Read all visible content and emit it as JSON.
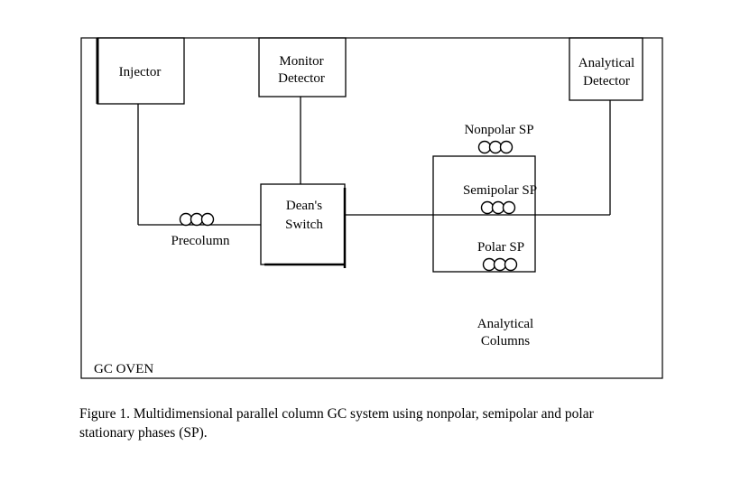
{
  "diagram": {
    "oven_label": "GC OVEN",
    "injector": "Injector",
    "monitor_detector": [
      "Monitor",
      "Detector"
    ],
    "analytical_detector": [
      "Analytical",
      "Detector"
    ],
    "deans_switch": [
      "Dean's",
      "Switch"
    ],
    "precolumn": "Precolumn",
    "nonpolar": "Nonpolar SP",
    "semipolar": "Semipolar SP",
    "polar": "Polar SP",
    "analytical_columns": [
      "Analytical",
      "Columns"
    ]
  },
  "caption": {
    "line1": "Figure 1.  Multidimensional parallel column GC system  using nonpolar, semipolar and polar",
    "line2": "stationary phases (SP)."
  }
}
